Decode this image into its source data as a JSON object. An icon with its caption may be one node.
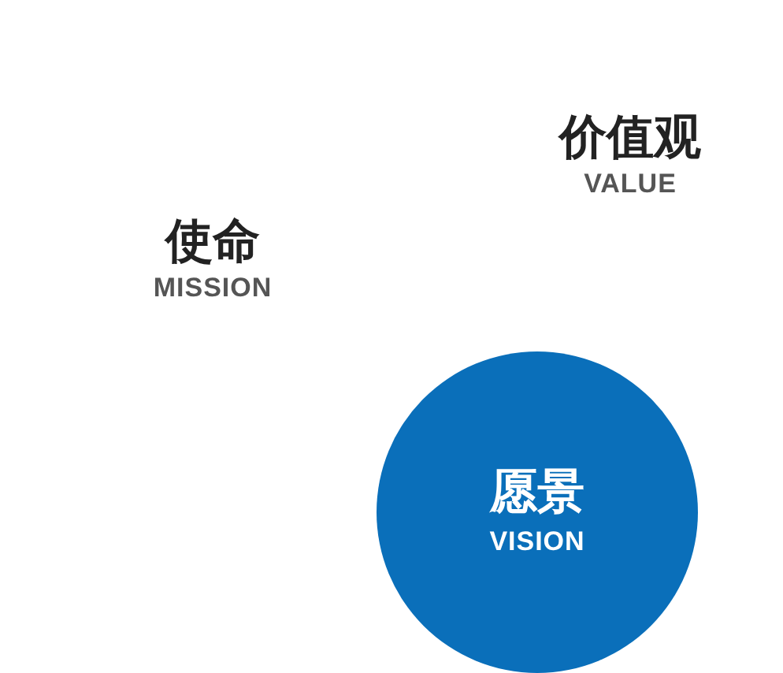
{
  "diagram": {
    "nodes": [
      {
        "text": [
          "愿景",
          "VISION"
        ]
      }
    ],
    "labels": [
      "价值观",
      "VALUE",
      "使命",
      "MISSION"
    ]
  }
}
